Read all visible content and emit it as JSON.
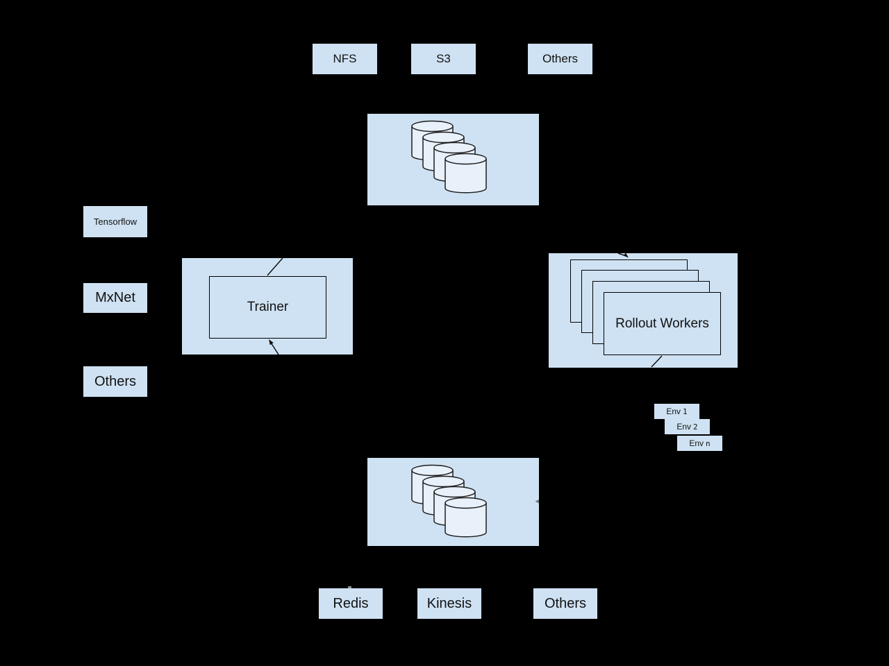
{
  "diagram": {
    "storage_top": {
      "items": [
        {
          "label": "NFS"
        },
        {
          "label": "S3"
        },
        {
          "label": "Others"
        }
      ]
    },
    "frameworks": {
      "items": [
        {
          "label": "Tensorflow"
        },
        {
          "label": "MxNet"
        },
        {
          "label": "Others"
        }
      ]
    },
    "trainer": {
      "label": "Trainer"
    },
    "rollout_workers": {
      "label": "Rollout Workers"
    },
    "environments": {
      "items": [
        {
          "name": "Env",
          "index": "1"
        },
        {
          "name": "Env",
          "index": "2"
        },
        {
          "name": "Env",
          "index": "n"
        }
      ]
    },
    "queues_bottom": {
      "items": [
        {
          "label": "Redis"
        },
        {
          "label": "Kinesis"
        },
        {
          "label": "Others"
        }
      ]
    },
    "icons": {
      "datastore_top": "database-stack-icon",
      "datastore_bottom": "database-stack-icon"
    },
    "colors": {
      "background": "#000000",
      "box_fill": "#cfe2f3",
      "cylinder_fill": "#e8f0fa",
      "outline": "#000000"
    }
  }
}
